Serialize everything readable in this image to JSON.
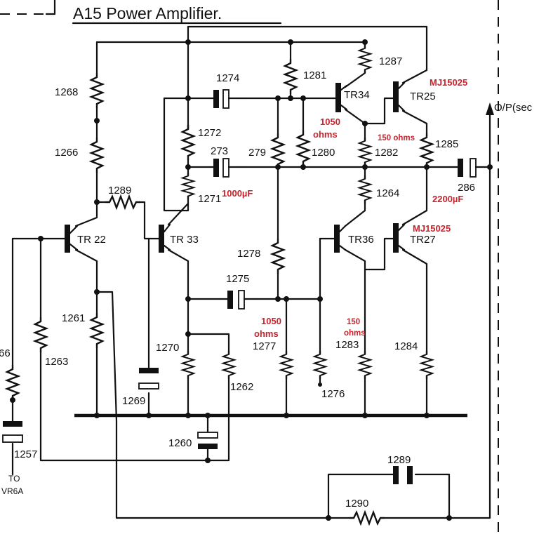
{
  "title": "A15 Power Amplifier.",
  "output_label": "O/P(sec",
  "input_label_top": "TO",
  "input_label_bottom": "VR6A",
  "edge_label": "66",
  "transistors": {
    "tr22": "TR 22",
    "tr33": "TR 33",
    "tr34": "TR34",
    "tr25": "TR25",
    "tr36": "TR36",
    "tr27": "TR27"
  },
  "resistors": {
    "r1268": "1268",
    "r1266": "1266",
    "r1289": "1289",
    "r1261": "1261",
    "r1263": "1263",
    "r1272": "1272",
    "r1271": "1271",
    "r1270": "1270",
    "r1262": "1262",
    "r1281": "1281",
    "r1280": "1280",
    "r279": "279",
    "r1278": "1278",
    "r1277": "1277",
    "r1276": "1276",
    "r1287": "1287",
    "r1282": "1282",
    "r1264": "1264",
    "r1283": "1283",
    "r1285": "1285",
    "r1284": "1284",
    "r1290": "1290"
  },
  "capacitors": {
    "c1274": "1274",
    "c273": "273",
    "c1275": "1275",
    "c1269": "1269",
    "c1260": "1260",
    "c1257": "1257",
    "c286": "286",
    "c1289": "1289"
  },
  "annotations": {
    "cap_1000": "1000µF",
    "res_1050_a_value": "1050",
    "res_1050_a_unit": "ohms",
    "res_150_a": "150 ohms",
    "cap_2200": "2200µF",
    "mj_top": "MJ15025",
    "mj_bottom": "MJ15025",
    "res_1050_b_value": "1050",
    "res_1050_b_unit": "ohms",
    "res_150_b_value": "150",
    "res_150_b_unit": "ohms"
  },
  "colors": {
    "ink": "#111111",
    "annotation": "#c8232c",
    "paper": "#ffffff"
  }
}
